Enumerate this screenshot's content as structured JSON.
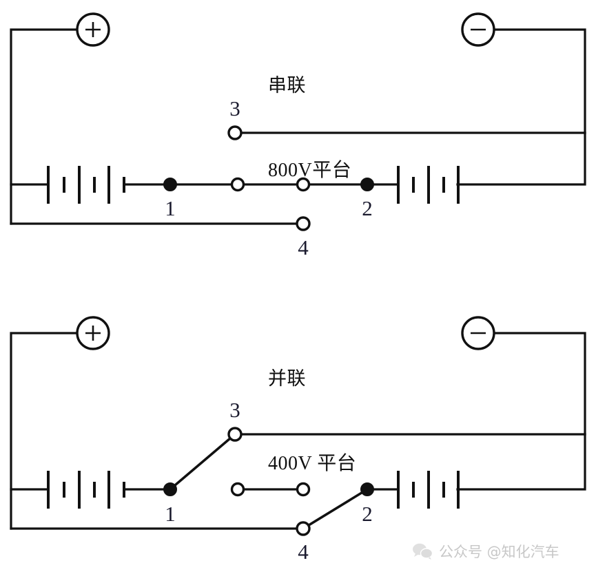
{
  "figure": {
    "type": "circuit-diagram",
    "description": "Two battery pack switching configurations: series 800V and parallel 400V"
  },
  "circuits": [
    {
      "id": "series",
      "caption_line1": "串联",
      "caption_line2": "800V平台",
      "positive_terminal_label": "+",
      "negative_terminal_label": "−",
      "contact_labels": [
        "1",
        "2",
        "3",
        "4"
      ],
      "switch_state": "series: contact 1 joined to contact 2 (straight through)",
      "battery_cells": 3,
      "battery_count": 2
    },
    {
      "id": "parallel",
      "caption_line1": "并联",
      "caption_line2": "400V 平台",
      "positive_terminal_label": "+",
      "negative_terminal_label": "−",
      "contact_labels": [
        "1",
        "2",
        "3",
        "4"
      ],
      "switch_state": "parallel: contact 1 thrown to contact 3, contact 2 thrown to contact 4",
      "battery_cells": 3,
      "battery_count": 2
    }
  ],
  "watermark": {
    "text": "公众号 @知化汽车",
    "icon": "wechat-icon"
  },
  "colors": {
    "wire": "#111111",
    "background": "#ffffff",
    "label": "#1a1a2e"
  }
}
